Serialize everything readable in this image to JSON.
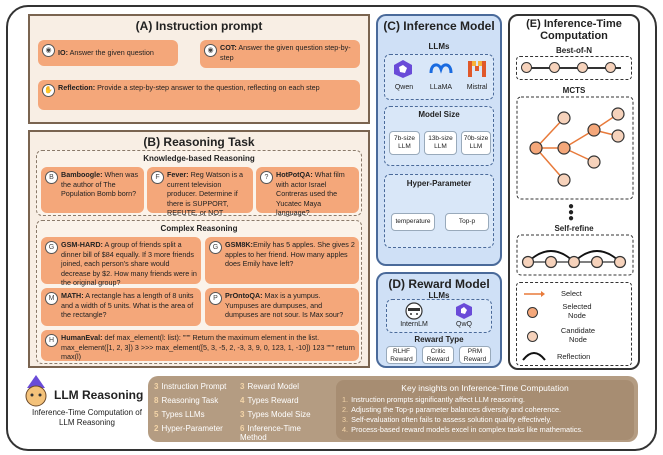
{
  "panelA": {
    "title": "(A) Instruction prompt",
    "io": {
      "label": "IO:",
      "text": " Answer the given question"
    },
    "cot": {
      "label": "COT:",
      "text": " Answer the given question step-by-step"
    },
    "reflection": {
      "label": "Reflection:",
      "text": " Provide a step-by-step answer to the question, reflecting on each step"
    }
  },
  "panelB": {
    "title": "(B) Reasoning Task",
    "knowledge_title": "Knowledge-based Reasoning",
    "bamboogle": {
      "label": "Bamboogle:",
      "text": " When was the author of The Population Bomb born?"
    },
    "fever": {
      "label": "Fever:",
      "text": " Reg Watson is a current television producer. Determine if there is SUPPORT, REFUTE, or NOT ENOUGH INFO."
    },
    "hotpotqa": {
      "label": "HotPotQA:",
      "text": " What film with actor Israel Contreras used the Yucatec Maya language?"
    },
    "complex_title": "Complex Reasoning",
    "gsmhard": {
      "label": "GSM-HARD:",
      "text": " A group of friends split a dinner bill of $84 equally. If 3 more friends joined, each person's share would decrease by $2. How many friends were in the original group?"
    },
    "gsm8k": {
      "label": "GSM8K:",
      "text": "Emily has 5 apples. She gives 2 apples to her friend. How many apples does Emily have left?"
    },
    "math": {
      "label": "MATH:",
      "text": " A rectangle has a length of 8 units and a width of 5 units. What is the area of the rectangle?"
    },
    "prontoqa": {
      "label": "PrOntoQA:",
      "text": " Max is a yumpus. Yumpuses are dumpuses, and dumpuses are not sour. Is Max sour?"
    },
    "humaneval": {
      "label": "HumanEval:",
      "text": " def max_element(l: list): \"\"\" Return the maximum element in the list. max_element([1, 2, 3]) 3 >>> max_element([5, 3, -5, 2, -3, 3, 9, 0, 123, 1, -10]) 123 \"\"\" return max(l)"
    }
  },
  "panelC": {
    "title": "(C) Inference Model",
    "llms_title": "LLMs",
    "models": [
      "Qwen",
      "LLaMA",
      "Mistral"
    ],
    "size_title": "Model Size",
    "sizes": [
      "7b-size LLM",
      "13b-size LLM",
      "70b-size LLM"
    ],
    "hyper_title": "Hyper-Parameter",
    "hypers": [
      "temperature",
      "Top-p"
    ]
  },
  "panelD": {
    "title": "(D) Reward Model",
    "llms_title": "LLMs",
    "models": [
      "InternLM",
      "QwQ"
    ],
    "type_title": "Reward Type",
    "types": [
      "RLHF Reward",
      "Critic Reward",
      "PRM Reward"
    ]
  },
  "panelE": {
    "title": "(E) Inference-Time Computation",
    "bon": "Best-of-N",
    "mcts": "MCTS",
    "selfrefine": "Self-refine",
    "legend_select": "Select",
    "legend_selected": "Selected Node",
    "legend_candidate": "Candidate Node",
    "legend_reflection": "Reflection"
  },
  "brand": {
    "title": "LLM Reasoning",
    "subtitle": "Inference-Time Computation of LLM Reasoning"
  },
  "legend": [
    {
      "n": "3",
      "text": "Instruction Prompt"
    },
    {
      "n": "3",
      "text": "Reward Model"
    },
    {
      "n": "8",
      "text": "Reasoning Task"
    },
    {
      "n": "4",
      "text": "Types Reward"
    },
    {
      "n": "5",
      "text": "Types LLMs"
    },
    {
      "n": "3",
      "text": "Types Model Size"
    },
    {
      "n": "2",
      "text": "Hyper-Parameter"
    },
    {
      "n": "6",
      "text": "Inference-Time Method"
    }
  ],
  "insights": {
    "title": "Key insights on Inference-Time Computation",
    "items": [
      {
        "n": "1.",
        "text": "Instruction prompts significantly affect LLM reasoning."
      },
      {
        "n": "2.",
        "text": "Adjusting the Top-p parameter balances diversity and coherence."
      },
      {
        "n": "3.",
        "text": "Self-evaluation often fails to assess solution quality effectively."
      },
      {
        "n": "4.",
        "text": "Process-based reward models excel in complex tasks like mathematics."
      }
    ]
  }
}
